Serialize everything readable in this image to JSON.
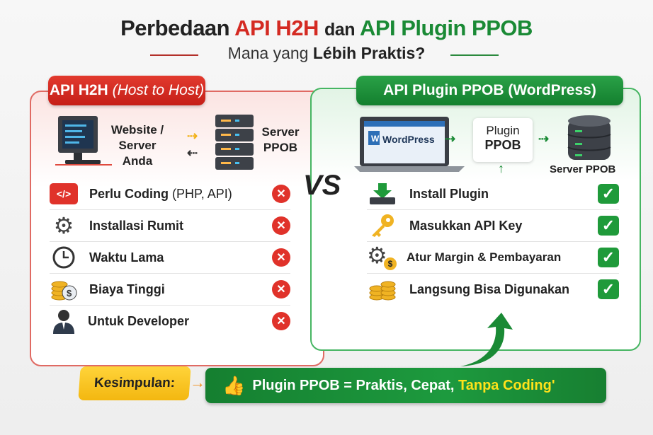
{
  "title": {
    "part1": "Perbedaan",
    "part2": "API H2H",
    "part3": "dan",
    "part4": "API Plugin PPOB"
  },
  "subtitle": {
    "normal": "Mana yang",
    "bold": "Lébih Praktis?"
  },
  "left": {
    "header": "API H2H",
    "header_italic": "(Host to Host)",
    "client_label": "Website / Server Anda",
    "server_label": "Server PPOB",
    "items": [
      {
        "label": "Perlu Coding",
        "suffix": "(PHP, API)",
        "icon": "code-icon"
      },
      {
        "label": "Installasi Rumit",
        "icon": "gear-icon"
      },
      {
        "label": "Waktu Lama",
        "icon": "clock-icon"
      },
      {
        "label": "Biaya Tinggi",
        "icon": "coins-icon"
      },
      {
        "label": "Untuk Developer",
        "icon": "developer-icon"
      }
    ],
    "status_icon": "x-circle-icon"
  },
  "vs": "VS",
  "right": {
    "header": "API Plugin PPOB (WordPress)",
    "wordpress_label": "WordPress",
    "plugin_label_1": "Plugin",
    "plugin_label_2": "PPOB",
    "server_label": "Server PPOB",
    "items": [
      {
        "label": "Install Plugin",
        "icon": "download-icon"
      },
      {
        "label": "Masukkan API Key",
        "icon": "key-icon"
      },
      {
        "label": "Atur Margin & Pembayaran",
        "icon": "gear-dollar-icon"
      },
      {
        "label": "Langsung Bisa Digunakan",
        "icon": "coins-icon"
      }
    ],
    "status_icon": "check-icon"
  },
  "conclusion": {
    "label": "Kesimpulan:",
    "text": "Plugin PPOB = Praktis, Cepat,",
    "highlight": "Tanpa Coding'"
  },
  "colors": {
    "red": "#d42a22",
    "green": "#1a8a35",
    "yellow": "#f7c325"
  }
}
